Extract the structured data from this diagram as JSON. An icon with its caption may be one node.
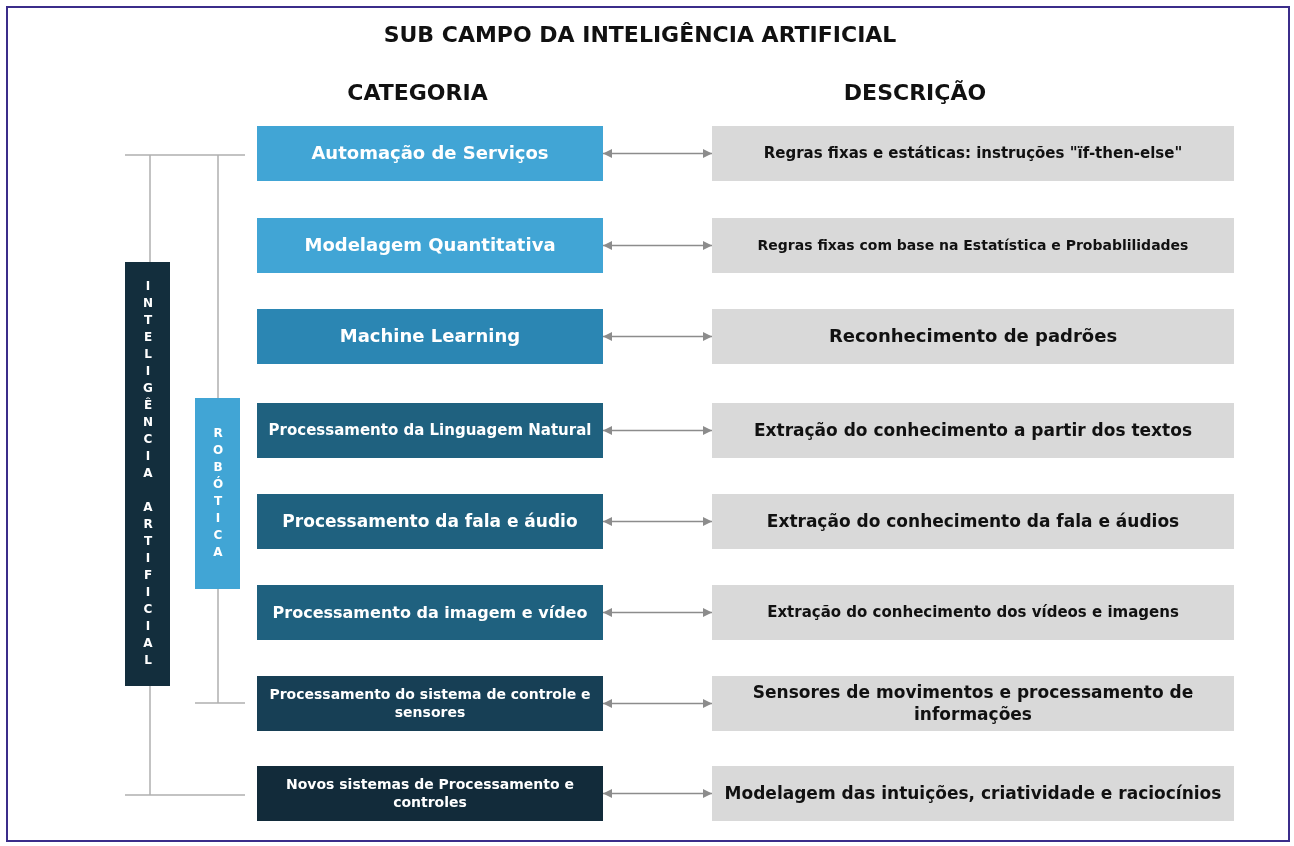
{
  "diagram": {
    "title": "SUB CAMPO DA INTELIGÊNCIA ARTIFICIAL",
    "nodes": [
      {
        "text": [
          "INTELIGÊNCIA ARTIFICIAL"
        ]
      },
      {
        "text": [
          "ROBÓTICA"
        ]
      },
      {
        "text": [
          "Automação de Serviços"
        ]
      },
      {
        "text": [
          "Modelagem Quantitativa"
        ]
      },
      {
        "text": [
          "Machine Learning"
        ]
      },
      {
        "text": [
          "Processamento da Linguagem Natural"
        ]
      },
      {
        "text": [
          "Processamento da fala e áudio"
        ]
      },
      {
        "text": [
          "Processamento da imagem e vídeo"
        ]
      },
      {
        "text": [
          "Processamento do sistema de controle e sensores"
        ]
      },
      {
        "text": [
          "Novos sistemas de Processamento e controles"
        ]
      },
      {
        "text": [
          "Regras fixas e estáticas: instruções \"ïf-then-else\""
        ]
      },
      {
        "text": [
          "Regras fixas com base na Estatística e Probablilidades"
        ]
      },
      {
        "text": [
          "Reconhecimento de padrões"
        ]
      },
      {
        "text": [
          "Extração do conhecimento a partir dos textos"
        ]
      },
      {
        "text": [
          "Extração do conhecimento da fala e áudios"
        ]
      },
      {
        "text": [
          "Extração do conhecimento dos vídeos e imagens"
        ]
      },
      {
        "text": [
          "Sensores de movimentos e processamento de informações"
        ]
      },
      {
        "text": [
          "Modelagem das intuições, criatividade e raciocínios"
        ]
      }
    ],
    "edges": [
      {
        "from": 2,
        "to": 10,
        "arrow": "both"
      },
      {
        "from": 3,
        "to": 11,
        "arrow": "both"
      },
      {
        "from": 4,
        "to": 12,
        "arrow": "both"
      },
      {
        "from": 5,
        "to": 13,
        "arrow": "both"
      },
      {
        "from": 6,
        "to": 14,
        "arrow": "both"
      },
      {
        "from": 7,
        "to": 15,
        "arrow": "both"
      },
      {
        "from": 8,
        "to": 16,
        "arrow": "both"
      },
      {
        "from": 9,
        "to": 17,
        "arrow": "both"
      }
    ],
    "labels": [
      "CATEGORIA",
      "DESCRIÇÃO"
    ]
  }
}
